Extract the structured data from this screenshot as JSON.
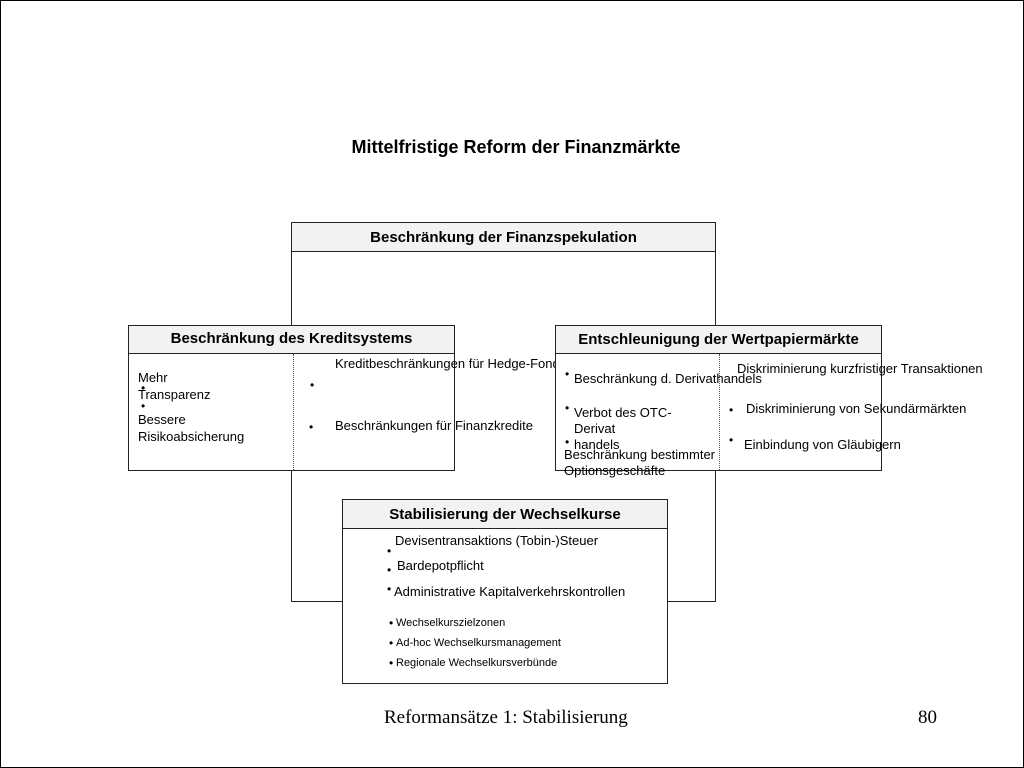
{
  "title": "Mittelfristige Reform der Finanzmärkte",
  "spekulation": {
    "header": "Beschränkung der Finanzspekulation"
  },
  "kredit": {
    "header": "Beschränkung des Kreditsystems",
    "left_1a": "Mehr",
    "left_1b": "Transparenz",
    "left_2a": "Bessere",
    "left_2b": "Risikoabsicherung",
    "right_1": "Kreditbeschränkungen für Hedge-Fonds",
    "right_2": "Beschränkungen für Finanzkredite"
  },
  "wertpapier": {
    "header": "Entschleunigung der Wertpapiermärkte",
    "left_1": "Beschränkung d. Derivathandels",
    "left_2a": "Verbot des OTC-",
    "left_2b": "Derivat",
    "left_2c": "handels",
    "left_3a": "Beschränkung bestimmter",
    "left_3b": "Optionsgeschäfte",
    "right_1": "Diskriminierung kurzfristiger Transaktionen",
    "right_2": "Diskriminierung von Sekundärmärkten",
    "right_3": "Einbindung von Gläubigern"
  },
  "wechsel": {
    "header": "Stabilisierung der Wechselkurse",
    "items": [
      "Devisentransaktions (Tobin-)Steuer",
      "Bardepotpflicht",
      "Administrative Kapitalverkehrskontrollen"
    ],
    "small_items": [
      "Wechselkurszielzonen",
      "Ad-hoc Wechselkursmanagement",
      "Regionale Wechselkursverbünde"
    ]
  },
  "bullet": "•",
  "footer": {
    "text": "Reformansätze 1: Stabilisierung",
    "page": "80"
  }
}
